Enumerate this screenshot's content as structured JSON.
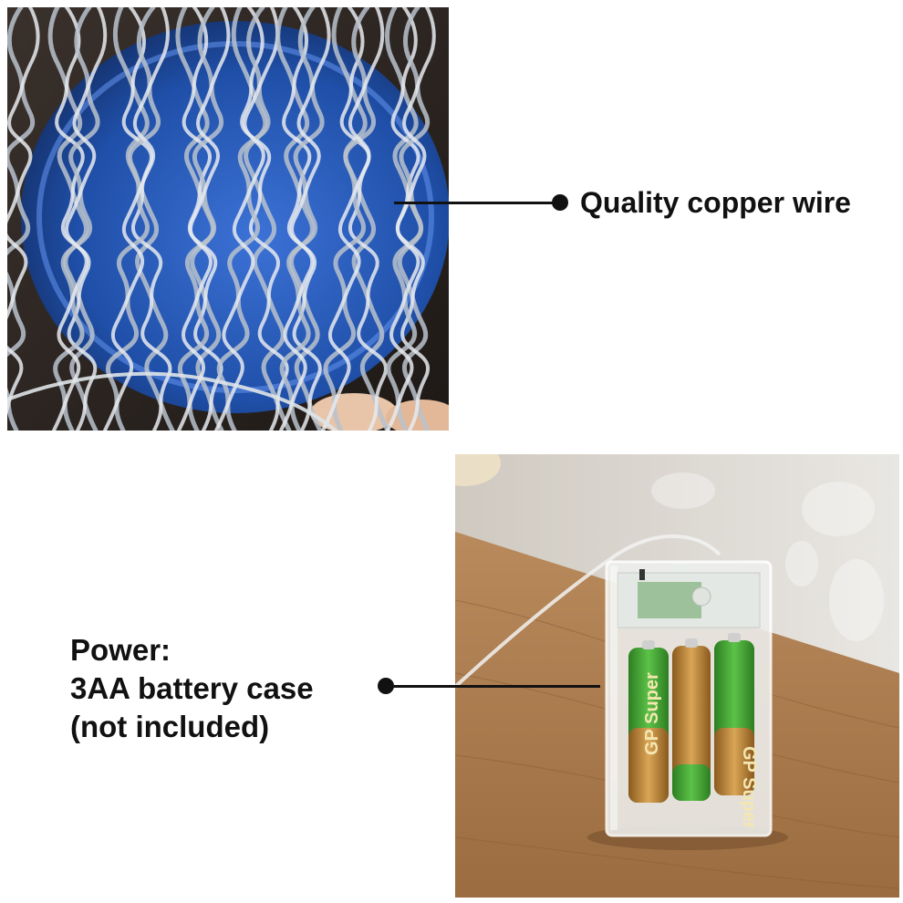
{
  "callouts": {
    "wire": {
      "label": "Quality copper wire"
    },
    "power": {
      "line1": "Power:",
      "line2": "3AA battery case",
      "line3": "(not included)"
    }
  },
  "battery_print": {
    "brand": "GP",
    "model": "Super"
  },
  "colors": {
    "leader": "#111111",
    "cup_blue": "#1f4fa8",
    "battery_green": "#3a9a2c",
    "battery_gold": "#b07a2a",
    "wood": "#a5764a"
  }
}
